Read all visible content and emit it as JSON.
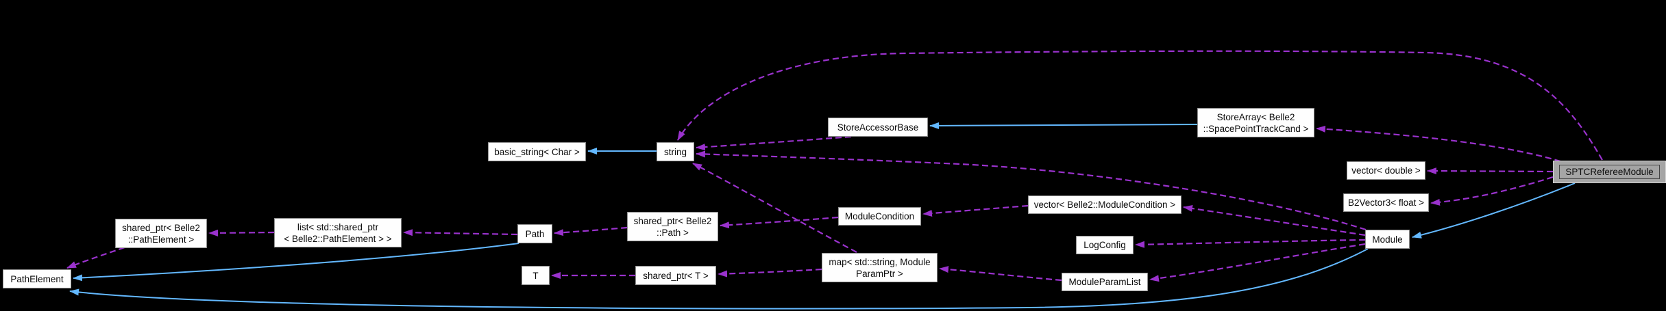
{
  "diagram": {
    "type": "collaboration-graph",
    "root": "SPTCRefereeModule",
    "background_color": "#000000"
  },
  "colors": {
    "usage_edge": "#9a32cd",
    "inheritance_edge": "#63b8ff",
    "node_fill": "#fefefe",
    "node_border": "#8f8f8f",
    "node_text": "#0a0a0a",
    "root_node_fill": "#a5a5a5",
    "root_node_border": "#d4d4d4"
  },
  "nodes": {
    "path_element": {
      "label": "PathElement"
    },
    "shared_ptr_path_element": {
      "line1": "shared_ptr< Belle2",
      "line2": "::PathElement >"
    },
    "list_shared_ptr": {
      "line1": "list< std::shared_ptr",
      "line2": "< Belle2::PathElement > >"
    },
    "basic_string": {
      "label": "basic_string< Char >"
    },
    "string": {
      "label": "string"
    },
    "path": {
      "label": "Path"
    },
    "t": {
      "label": "T"
    },
    "shared_ptr_belle2_path": {
      "line1": "shared_ptr< Belle2",
      "line2": "::Path >"
    },
    "shared_ptr_t": {
      "label": "shared_ptr< T >"
    },
    "store_accessor_base": {
      "label": "StoreAccessorBase"
    },
    "store_array": {
      "line1": "StoreArray< Belle2",
      "line2": "::SpacePointTrackCand >"
    },
    "module_condition": {
      "label": "ModuleCondition"
    },
    "map_module_param": {
      "line1": "map< std::string, Module",
      "line2": "ParamPtr >"
    },
    "vector_module_condition": {
      "label": "vector< Belle2::ModuleCondition >"
    },
    "log_config": {
      "label": "LogConfig"
    },
    "module_param_list": {
      "label": "ModuleParamList"
    },
    "vector_double": {
      "label": "vector< double >"
    },
    "b2vector3_float": {
      "label": "B2Vector3< float >"
    },
    "module": {
      "label": "Module"
    },
    "sptc_referee_module": {
      "label": "SPTCRefereeModule"
    }
  },
  "edges": [
    {
      "from": "string",
      "to": "basic_string",
      "style": "inherits"
    },
    {
      "from": "store_array",
      "to": "store_accessor_base",
      "style": "inherits"
    },
    {
      "from": "sptc_referee_module",
      "to": "module",
      "style": "inherits"
    },
    {
      "from": "module",
      "to": "path_element",
      "style": "inherits"
    },
    {
      "from": "path",
      "to": "path_element",
      "style": "inherits"
    },
    {
      "from": "sptc_referee_module",
      "to": "string",
      "style": "uses"
    },
    {
      "from": "sptc_referee_module",
      "to": "store_array",
      "style": "uses"
    },
    {
      "from": "sptc_referee_module",
      "to": "vector_double",
      "style": "uses"
    },
    {
      "from": "sptc_referee_module",
      "to": "b2vector3_float",
      "style": "uses"
    },
    {
      "from": "store_accessor_base",
      "to": "string",
      "style": "uses"
    },
    {
      "from": "module",
      "to": "string",
      "style": "uses"
    },
    {
      "from": "module",
      "to": "vector_module_condition",
      "style": "uses"
    },
    {
      "from": "module",
      "to": "log_config",
      "style": "uses"
    },
    {
      "from": "module",
      "to": "module_param_list",
      "style": "uses"
    },
    {
      "from": "vector_module_condition",
      "to": "module_condition",
      "style": "uses"
    },
    {
      "from": "module_condition",
      "to": "shared_ptr_belle2_path",
      "style": "uses"
    },
    {
      "from": "map_module_param",
      "to": "string",
      "style": "uses"
    },
    {
      "from": "map_module_param",
      "to": "shared_ptr_t",
      "style": "uses"
    },
    {
      "from": "module_param_list",
      "to": "map_module_param",
      "style": "uses"
    },
    {
      "from": "shared_ptr_t",
      "to": "t",
      "style": "uses"
    },
    {
      "from": "shared_ptr_belle2_path",
      "to": "path",
      "style": "uses"
    },
    {
      "from": "path",
      "to": "list_shared_ptr",
      "style": "uses"
    },
    {
      "from": "list_shared_ptr",
      "to": "shared_ptr_path_element",
      "style": "uses"
    },
    {
      "from": "shared_ptr_path_element",
      "to": "path_element",
      "style": "uses"
    }
  ]
}
